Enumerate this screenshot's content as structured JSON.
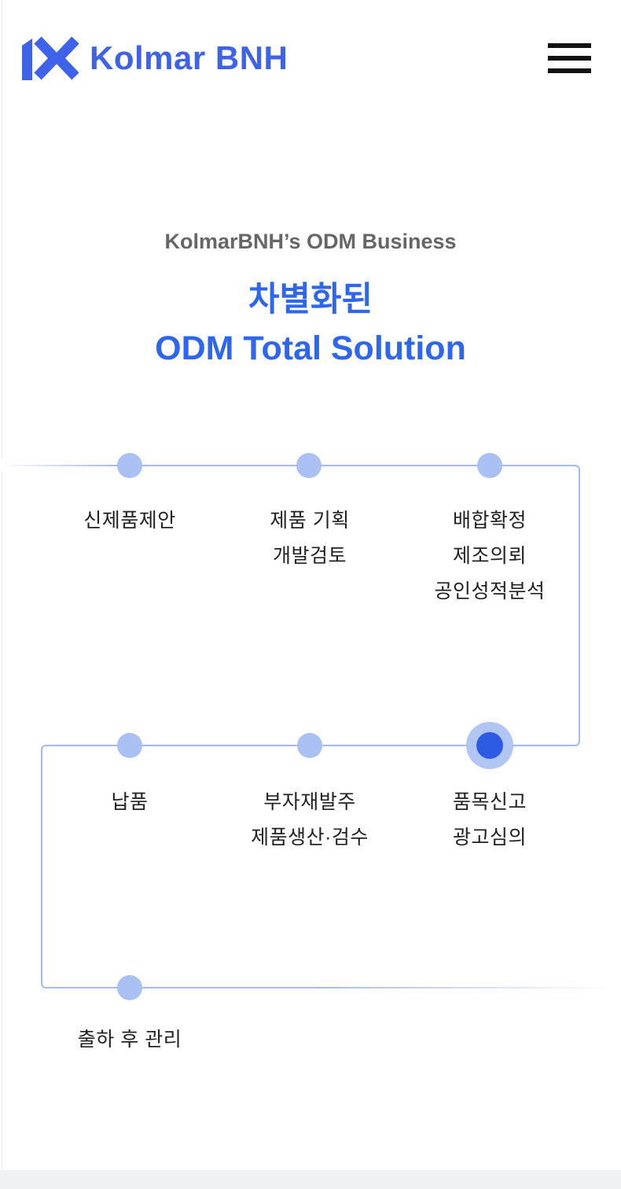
{
  "header": {
    "logo_text": "Kolmar BNH",
    "logo_icon": "kolmar-hk-monogram",
    "menu_icon": "hamburger-menu"
  },
  "hero": {
    "subtitle": "KolmarBNH’s ODM Business",
    "title_line1": "차별화된",
    "title_line2": "ODM Total Solution"
  },
  "process": {
    "steps": [
      {
        "lines": [
          "신제품제안"
        ],
        "highlighted": false
      },
      {
        "lines": [
          "제품 기획",
          "개발검토"
        ],
        "highlighted": false
      },
      {
        "lines": [
          "배합확정",
          "제조의뢰",
          "공인성적분석"
        ],
        "highlighted": false
      },
      {
        "lines": [
          "품목신고",
          "광고심의"
        ],
        "highlighted": true
      },
      {
        "lines": [
          "부자재발주",
          "제품생산·검수"
        ],
        "highlighted": false
      },
      {
        "lines": [
          "납품"
        ],
        "highlighted": false
      },
      {
        "lines": [
          "출하 후 관리"
        ],
        "highlighted": false
      }
    ]
  },
  "colors": {
    "brand_blue": "#3f63e8",
    "title_blue": "#2f66ee",
    "subtitle_gray": "#666666",
    "label_text": "#222222",
    "line_blue": "#a6baef",
    "dot_light_blue": "#aac0f2",
    "dot_halo_blue": "#b2c6f4",
    "dot_active_blue": "#2d5ce2",
    "hamburger_black": "#111111",
    "footer_gray": "#eff1f3"
  }
}
